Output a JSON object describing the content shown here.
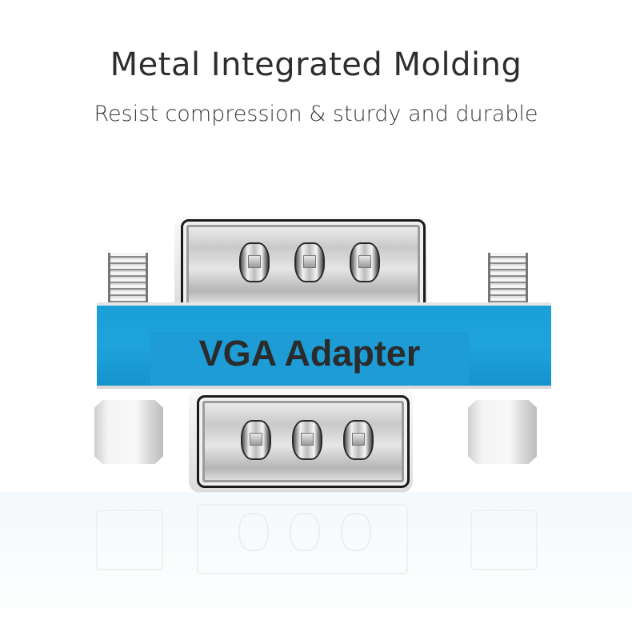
{
  "header": {
    "title": "Metal Integrated Molding",
    "subtitle": "Resist compression & sturdy and durable"
  },
  "product": {
    "band_label": "VGA Adapter",
    "band_color": "#1a9fd8",
    "label_color": "#2b2b2b",
    "metal_color": "#c9c9c9"
  }
}
